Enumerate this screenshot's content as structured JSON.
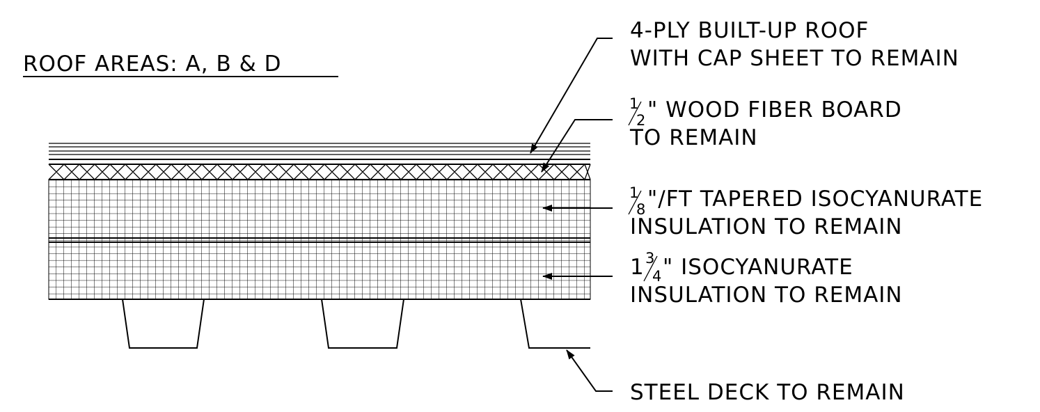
{
  "title": "ROOF AREAS: A, B & D",
  "callouts": {
    "built_up_roof": {
      "line1": "4-PLY BUILT-UP ROOF",
      "line2": "WITH CAP SHEET TO REMAIN"
    },
    "wood_fiber_board": {
      "frac_num": "1",
      "frac_den": "2",
      "line1_rest": "\" WOOD FIBER BOARD",
      "line2": "TO REMAIN"
    },
    "tapered_insulation": {
      "frac_num": "1",
      "frac_den": "8",
      "line1_rest": "\"/FT TAPERED ISOCYANURATE",
      "line2": "INSULATION TO REMAIN"
    },
    "isocyanurate_insulation": {
      "whole": "1",
      "frac_num": "3",
      "frac_den": "4",
      "line1_rest": "\" ISOCYANURATE",
      "line2": "INSULATION TO REMAIN"
    },
    "steel_deck": {
      "line1": "STEEL DECK TO REMAIN"
    }
  },
  "colors": {
    "ink": "#000000",
    "paper": "#ffffff"
  }
}
